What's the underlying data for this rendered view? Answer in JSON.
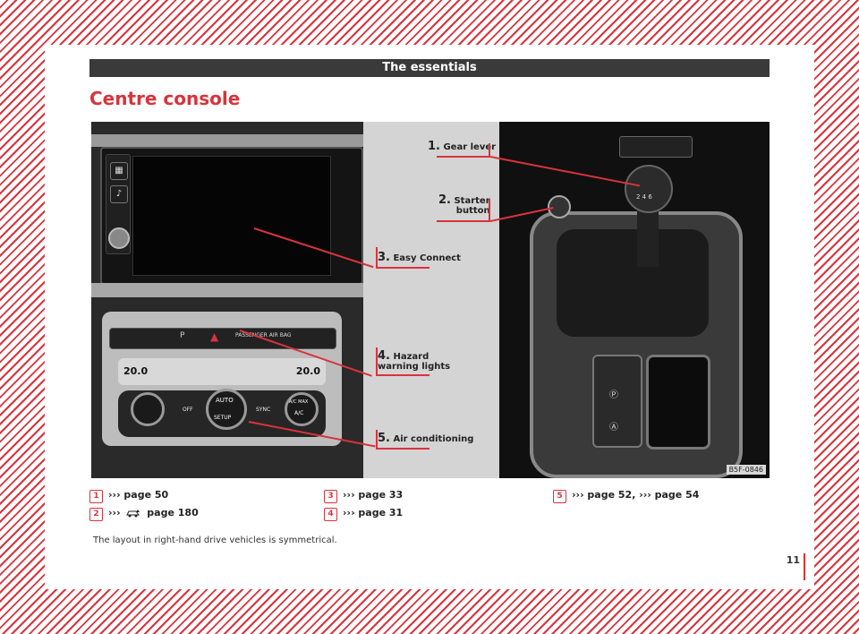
{
  "header": {
    "section": "The essentials"
  },
  "title": "Centre console",
  "figure": {
    "code": "B5F-0846",
    "callouts": [
      {
        "num": "1.",
        "label": "Gear lever"
      },
      {
        "num": "2.",
        "label": "Starter\nbutton",
        "label_line1": "Starter",
        "label_line2": "button"
      },
      {
        "num": "3.",
        "label": "Easy Connect"
      },
      {
        "num": "4.",
        "label": "Hazard\nwarning lights",
        "label_line1": "Hazard",
        "label_line2": "warning lights"
      },
      {
        "num": "5.",
        "label": "Air conditioning"
      }
    ],
    "panel_labels": {
      "passenger_airbag": "PASSENGER AIR BAG",
      "temp_left": "20.0",
      "temp_right": "20.0",
      "auto": "AUTO",
      "setup": "SETUP",
      "off": "OFF",
      "sync": "SYNC",
      "ac_max": "A/C MAX",
      "ac": "A/C",
      "gear_pattern": "2 4 6"
    }
  },
  "references": [
    {
      "num": "1",
      "text": "››› page 50"
    },
    {
      "num": "2",
      "text_prefix": "›››",
      "icon": "car-warning-icon",
      "text_suffix": "page 180"
    },
    {
      "num": "3",
      "text": "››› page 33"
    },
    {
      "num": "4",
      "text": "››› page 31"
    },
    {
      "num": "5",
      "text": "››› page 52, ››› page 54"
    }
  ],
  "note": "The layout in right-hand drive vehicles is symmetrical.",
  "page_number": "11",
  "colors": {
    "accent": "#d9333c",
    "header": "#3a3a3a"
  }
}
